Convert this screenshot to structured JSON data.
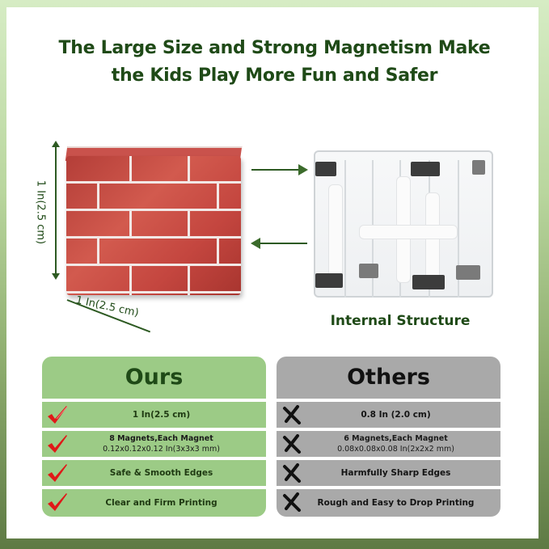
{
  "title": {
    "line1": "The Large Size and Strong Magnetism Make",
    "line2": "the Kids Play More Fun and Safer"
  },
  "product_image": {
    "description": "Red brick-pattern magic cube",
    "height_label": "1 In(2.5 cm)",
    "width_label": "1 In(2.5 cm)"
  },
  "internal_structure": {
    "label": "Internal Structure"
  },
  "colors": {
    "title_green": "#1f4a17",
    "ours_bg": "#9ccb86",
    "others_bg": "#a9a9a9",
    "check_red": "#e01818",
    "arrow_green": "#2d5a22"
  },
  "comparison": {
    "ours": {
      "header": "Ours",
      "icon": "check-icon",
      "rows": [
        {
          "line1": "1 In(2.5 cm)",
          "line2": ""
        },
        {
          "line1": "8 Magnets,Each Magnet",
          "line2": "0.12x0.12x0.12 In(3x3x3 mm)"
        },
        {
          "line1": "Safe & Smooth Edges",
          "line2": ""
        },
        {
          "line1": "Clear and Firm Printing",
          "line2": ""
        }
      ]
    },
    "others": {
      "header": "Others",
      "icon": "cross-icon",
      "rows": [
        {
          "line1": "0.8 In (2.0 cm)",
          "line2": ""
        },
        {
          "line1": "6 Magnets,Each Magnet",
          "line2": "0.08x0.08x0.08 In(2x2x2 mm)"
        },
        {
          "line1": "Harmfully Sharp Edges",
          "line2": ""
        },
        {
          "line1": "Rough and Easy to Drop Printing",
          "line2": ""
        }
      ]
    }
  }
}
